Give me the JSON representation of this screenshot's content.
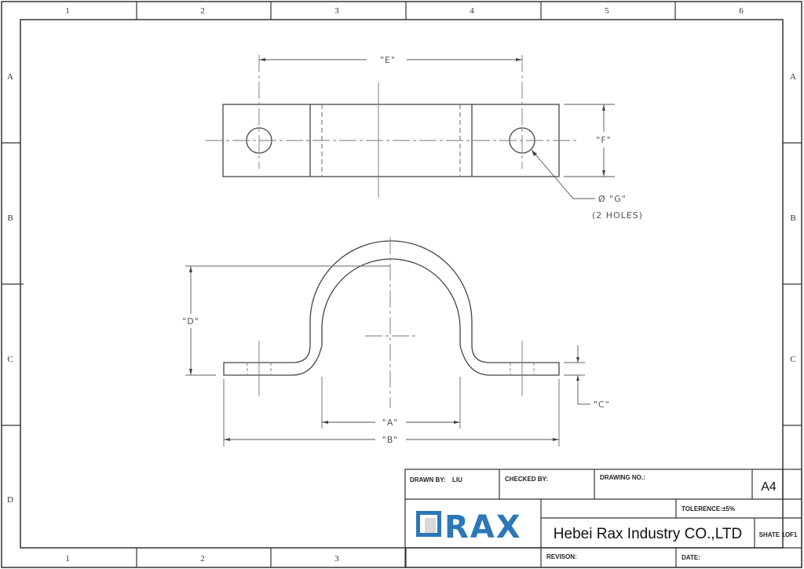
{
  "frame": {
    "columns": [
      "1",
      "2",
      "3",
      "4",
      "5",
      "6"
    ],
    "bottom_columns": [
      "1",
      "2",
      "3"
    ],
    "rows": [
      "A",
      "B",
      "C",
      "D"
    ]
  },
  "top_view": {
    "dimensions": {
      "E": "\"E\"",
      "F": "\"F\"",
      "G": "Ø \"G\"",
      "G_note": "(2 HOLES)"
    }
  },
  "front_view": {
    "dimensions": {
      "A": "\"A\"",
      "B": "\"B\"",
      "C": "\"C\"",
      "D": "\"D\""
    }
  },
  "title_block": {
    "drawn_by_label": "DRAWN BY:",
    "drawn_by_value": "LIU",
    "checked_by_label": "CHECKED BY:",
    "drawing_no_label": "DRAWING NO.:",
    "paper_size": "A4",
    "logo_text": "RAX",
    "tolerance_label": "TOLERENCE:",
    "tolerance_value": "±5%",
    "company": "Hebei Rax Industry CO.,LTD",
    "sheet": "SHATE 1OF1",
    "revision_label": "REVISON:",
    "date_label": "DATE:",
    "logo_color": "#2b78b9"
  }
}
